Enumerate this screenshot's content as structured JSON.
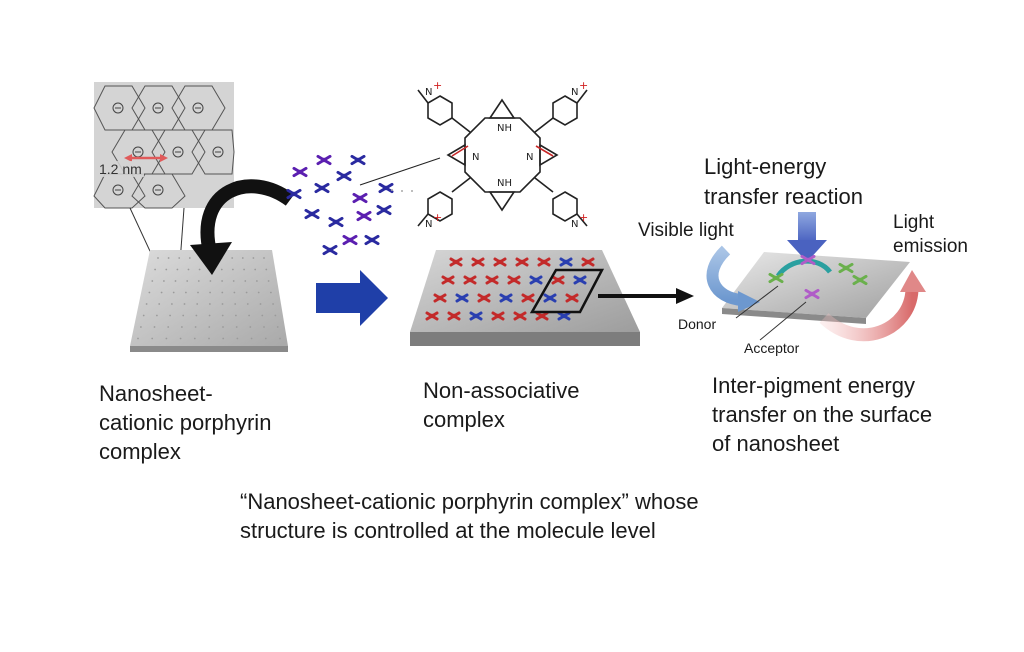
{
  "figure": {
    "inset_scale_label": "1.2 nm",
    "left_caption": [
      "Nanosheet-",
      "cationic porphyrin",
      "complex"
    ],
    "middle_caption": [
      "Non-associative",
      "complex"
    ],
    "right_caption": [
      "Inter-pigment energy",
      "transfer on the surface",
      "of nanosheet"
    ],
    "reaction_title": [
      "Light-energy",
      "transfer reaction"
    ],
    "visible_light_label": "Visible light",
    "emission_label": [
      "Light",
      "emission"
    ],
    "donor_label": "Donor",
    "acceptor_label": "Acceptor",
    "bottom_caption": [
      "“Nanosheet-cationic porphyrin complex” whose",
      "structure is controlled at the molecule level"
    ],
    "colors": {
      "arrow_blue": "#1f3fa8",
      "cation_red": "#c82828",
      "donor_green": "#6ab04c",
      "acceptor_purple": "#b05cc8",
      "emission_red": "#e07a7a",
      "visible_blue": "#7fa8d8"
    }
  }
}
